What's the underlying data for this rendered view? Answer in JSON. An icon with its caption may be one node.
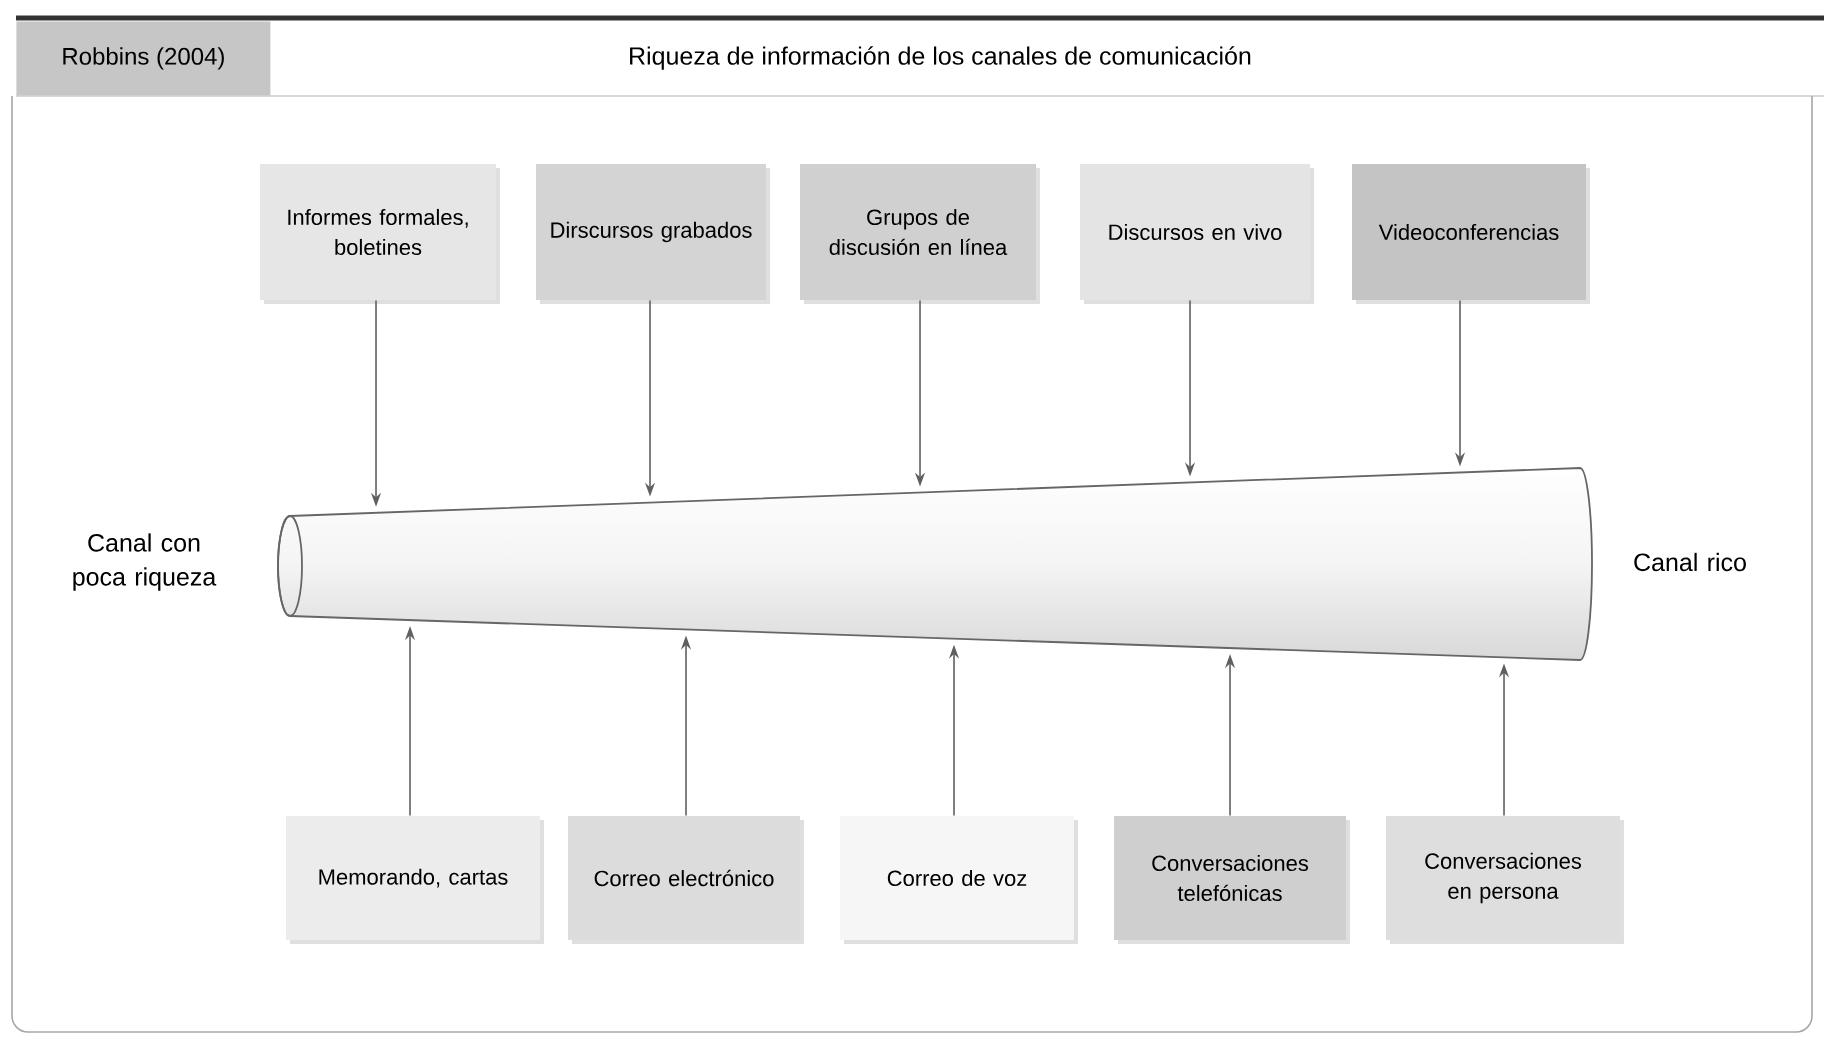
{
  "diagram": {
    "title": "Riqueza de información de los canales de comunicación",
    "nodes": [
      {
        "text": [
          "Informes formales, boletines"
        ]
      },
      {
        "text": [
          "Dirscursos grabados"
        ]
      },
      {
        "text": [
          "Grupos de discusión en línea"
        ]
      },
      {
        "text": [
          "Discursos en vivo"
        ]
      },
      {
        "text": [
          "Videoconferencias"
        ]
      },
      {
        "text": [
          "Memorando, cartas"
        ]
      },
      {
        "text": [
          "Correo electrónico"
        ]
      },
      {
        "text": [
          "Correo de voz"
        ]
      },
      {
        "text": [
          "Conversaciones telefónicas"
        ]
      },
      {
        "text": [
          "Conversaciones en persona"
        ]
      },
      {
        "text": [],
        "shape": "cone",
        "beside": [
          "Canal con poca riqueza",
          "Canal rico"
        ]
      }
    ],
    "edges": [
      {
        "from": 0,
        "to": 10,
        "arrow": "to"
      },
      {
        "from": 1,
        "to": 10,
        "arrow": "to"
      },
      {
        "from": 2,
        "to": 10,
        "arrow": "to"
      },
      {
        "from": 3,
        "to": 10,
        "arrow": "to"
      },
      {
        "from": 4,
        "to": 10,
        "arrow": "to"
      },
      {
        "from": 5,
        "to": 10,
        "arrow": "to"
      },
      {
        "from": 6,
        "to": 10,
        "arrow": "to"
      },
      {
        "from": 7,
        "to": 10,
        "arrow": "to"
      },
      {
        "from": 8,
        "to": 10,
        "arrow": "to"
      },
      {
        "from": 9,
        "to": 10,
        "arrow": "to"
      }
    ],
    "labels": [
      "Robbins (2004)"
    ]
  }
}
